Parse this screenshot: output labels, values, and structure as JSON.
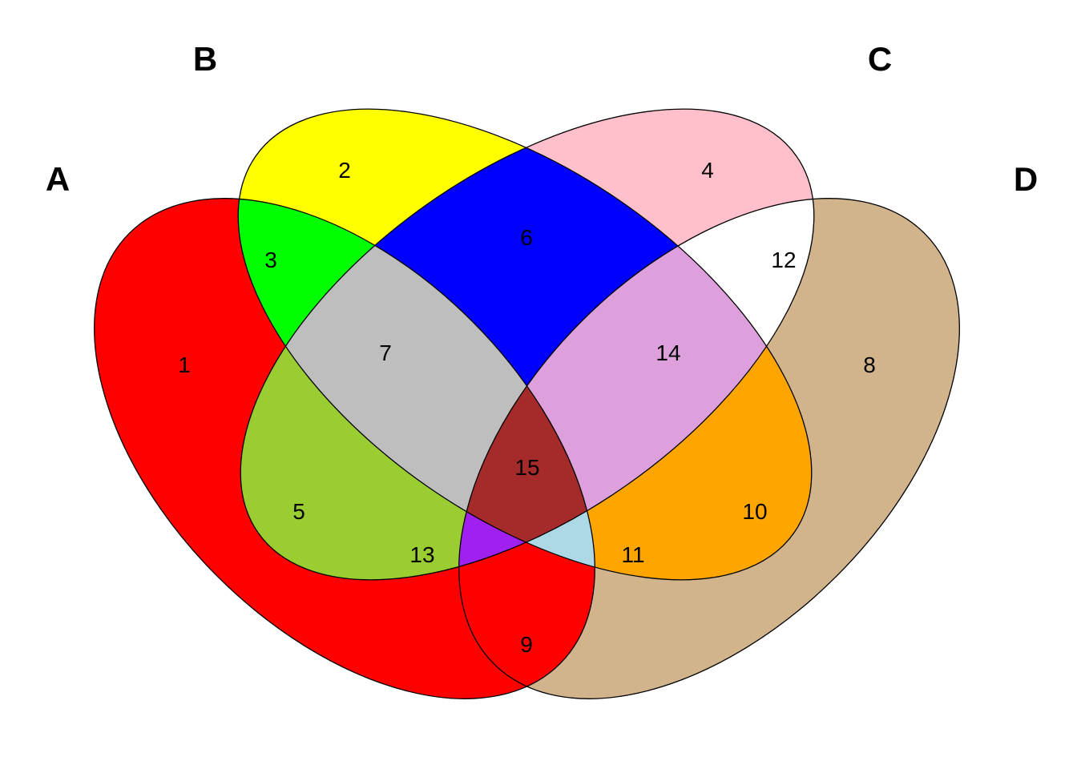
{
  "sets": [
    {
      "id": "A",
      "label": "A"
    },
    {
      "id": "B",
      "label": "B"
    },
    {
      "id": "C",
      "label": "C"
    },
    {
      "id": "D",
      "label": "D"
    }
  ],
  "regions": [
    {
      "key": "A",
      "label": "1",
      "color": "#ff0000"
    },
    {
      "key": "B",
      "label": "2",
      "color": "#ffff00"
    },
    {
      "key": "AB",
      "label": "3",
      "color": "#00ff00"
    },
    {
      "key": "C",
      "label": "4",
      "color": "#ffc0cb"
    },
    {
      "key": "AD",
      "label": "5",
      "color": "#006400"
    },
    {
      "key": "BC",
      "label": "6",
      "color": "#0000ff"
    },
    {
      "key": "ABD",
      "label": "7",
      "color": "#add8e6"
    },
    {
      "key": "D",
      "label": "8",
      "color": "#d2b48c"
    },
    {
      "key": "AC",
      "label": "9",
      "color": "#9acd32"
    },
    {
      "key": "BD",
      "label": "10",
      "color": "#ffa500"
    },
    {
      "key": "ACD",
      "label": "11",
      "color": "#a020f0"
    },
    {
      "key": "CD",
      "label": "12",
      "color": "#ffffff"
    },
    {
      "key": "ABC",
      "label": "13",
      "color": "#bebebe"
    },
    {
      "key": "BCD",
      "label": "14",
      "color": "#dda0dd"
    },
    {
      "key": "ABCD",
      "label": "15",
      "color": "#a52a2a"
    }
  ]
}
